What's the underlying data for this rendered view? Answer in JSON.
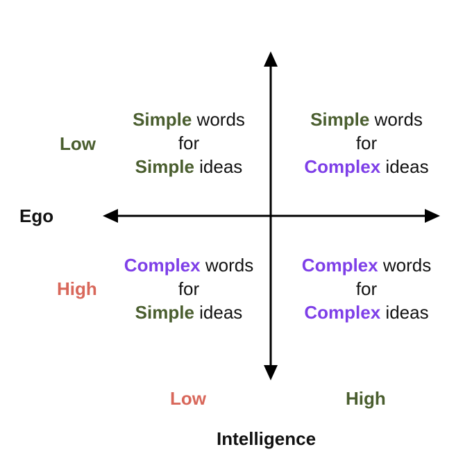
{
  "colors": {
    "simple": "#4a5e2f",
    "complex": "#7e3fe8",
    "low_red": "#d8675a",
    "high_green": "#4a5e2f",
    "text": "#111111"
  },
  "axes": {
    "y_label": "Ego",
    "y_low": "Low",
    "y_high": "High",
    "x_label": "Intelligence",
    "x_low": "Low",
    "x_high": "High"
  },
  "quadrants": {
    "top_left": {
      "word_kw": "Simple",
      "word_rest": " words",
      "mid": "for",
      "idea_kw": "Simple",
      "idea_rest": " ideas"
    },
    "top_right": {
      "word_kw": "Simple",
      "word_rest": " words",
      "mid": "for",
      "idea_kw": "Complex",
      "idea_rest": " ideas"
    },
    "bottom_left": {
      "word_kw": "Complex",
      "word_rest": " words",
      "mid": "for",
      "idea_kw": "Simple",
      "idea_rest": " ideas"
    },
    "bottom_right": {
      "word_kw": "Complex",
      "word_rest": " words",
      "mid": "for",
      "idea_kw": "Complex",
      "idea_rest": " ideas"
    }
  }
}
